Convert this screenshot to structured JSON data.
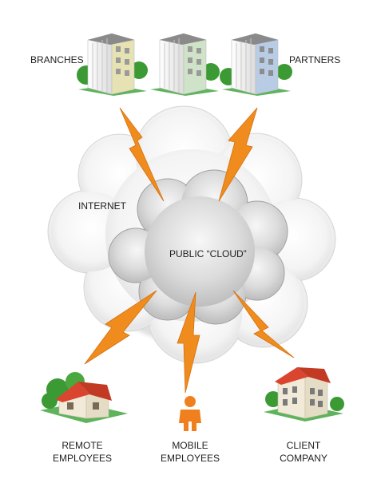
{
  "labels": {
    "branches": "BRANCHES",
    "partners": "PARTNERS",
    "internet": "INTERNET",
    "public_cloud": "PUBLIC “CLOUD”",
    "remote_line1": "REMOTE",
    "remote_line2": "EMPLOYEES",
    "mobile_line1": "MOBILE",
    "mobile_line2": "EMPLOYEES",
    "client_line1": "CLIENT",
    "client_line2": "COMPANY"
  },
  "colors": {
    "lightning": "#f08c1e",
    "person": "#f07f1e",
    "roof": "#d9452e",
    "grass": "#5fb35c",
    "tree": "#3c9a34",
    "cloud_outer": "#eeeeee",
    "cloud_inner": "#c9c9c9",
    "building_wall": "#f2f2f2"
  },
  "buildings": [
    {
      "name": "branch-building",
      "accent": "#e6e2b3"
    },
    {
      "name": "middle-building",
      "accent": "#cfe3c8"
    },
    {
      "name": "partner-building",
      "accent": "#b9cce6"
    }
  ]
}
